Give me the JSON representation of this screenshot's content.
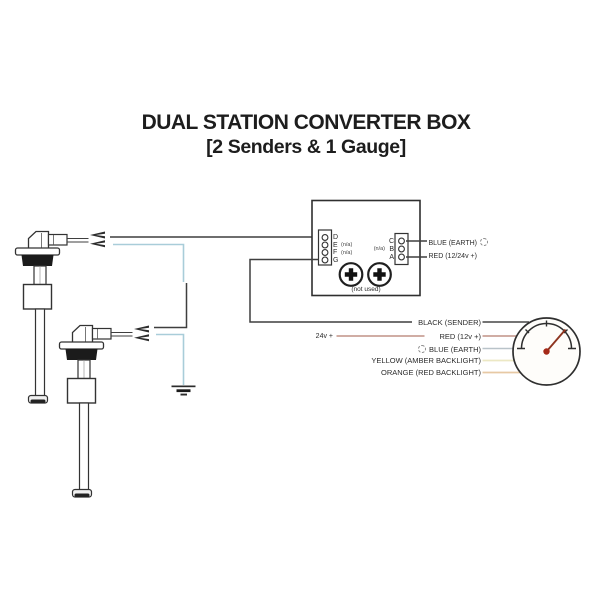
{
  "title": {
    "line1": "DUAL STATION CONVERTER BOX",
    "line2": "[2 Senders & 1 Gauge]"
  },
  "box": {
    "left_terminals": [
      "D",
      "E",
      "F",
      "G"
    ],
    "left_na_e": "(n/a)",
    "left_na_f": "(n/a)",
    "right_terminals": [
      "C",
      "B",
      "A"
    ],
    "right_na": "(n/a)",
    "not_used": "(not used)",
    "out_blue": "BLUE (EARTH)",
    "out_red": "RED (12/24v +)"
  },
  "supply": {
    "label": "24v +"
  },
  "gauge": {
    "wires": [
      {
        "label": "BLACK (SENDER)",
        "color": "#474747"
      },
      {
        "label": "RED (12v +)",
        "color": "#c09286"
      },
      {
        "label": "BLUE (EARTH)",
        "color": "#b9c3c9"
      },
      {
        "label": "YELLOW (AMBER BACKLIGHT)",
        "color": "#ece8c4"
      },
      {
        "label": "ORANGE (RED BACKLIGHT)",
        "color": "#e7c9a4"
      }
    ]
  },
  "colors": {
    "sender_wire_blue": "#a9cdd9",
    "diagram_line": "#3f3f3f",
    "needle": "#8e3520",
    "needle_hub": "#a52a18"
  }
}
